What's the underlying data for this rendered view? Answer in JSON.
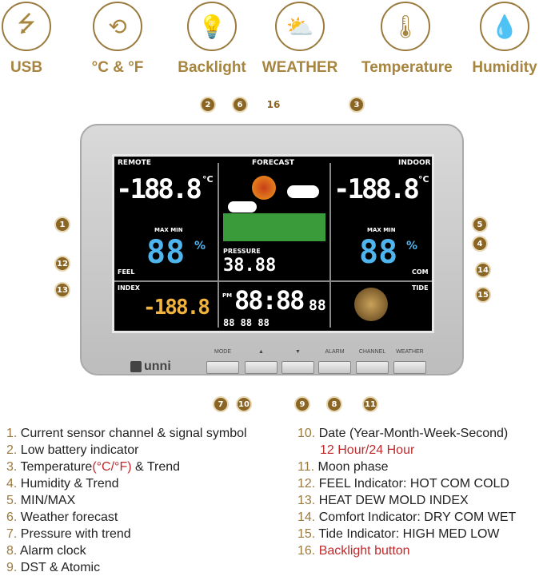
{
  "features": [
    {
      "icon": "usb-icon",
      "glyph": "⭍",
      "label": "USB"
    },
    {
      "icon": "celsius-fahrenheit-icon",
      "glyph": "⟲",
      "label": "°C & °F"
    },
    {
      "icon": "lightbulb-icon",
      "glyph": "💡",
      "label": "Backlight"
    },
    {
      "icon": "weather-cloud-sun-icon",
      "glyph": "⛅",
      "label": "WEATHER"
    },
    {
      "icon": "thermometer-icon",
      "glyph": "🌡",
      "label": "Temperature"
    },
    {
      "icon": "droplets-icon",
      "glyph": "💧",
      "label": "Humidity"
    }
  ],
  "accent": "#a8853f",
  "device": {
    "brand": "unni",
    "lcd": {
      "remote": "REMOTE",
      "indoor": "INDOOR",
      "forecast": "FORECAST",
      "pressure": "PRESSURE",
      "maxmin": "MAX MIN",
      "feel": "FEEL",
      "index": "INDEX",
      "com": "COM",
      "tide": "TIDE",
      "pm": "PM",
      "temp_remote": "-188.8",
      "temp_indoor": "-188.8",
      "unit": "°C",
      "hum_remote": "88",
      "hum_indoor": "88",
      "percent": "%",
      "feel_temp": "-188.8",
      "pressure_value": "38.88",
      "time": "88:88",
      "seconds": "88",
      "date": "88 88 88"
    },
    "buttons": [
      "MODE",
      "▲",
      "▼",
      "ALARM",
      "CHANNEL",
      "WEATHER"
    ]
  },
  "markers": [
    "1",
    "2",
    "3",
    "4",
    "5",
    "6",
    "7",
    "8",
    "9",
    "10",
    "11",
    "12",
    "13",
    "14",
    "15",
    "16"
  ],
  "legend_left": [
    {
      "n": "1.",
      "text": "Current sensor channel & signal symbol"
    },
    {
      "n": "2.",
      "text": "Low battery indicator"
    },
    {
      "n": "3.",
      "text": "Temperature",
      "red": "(°C/°F)",
      "rest": " & Trend"
    },
    {
      "n": "4.",
      "text": "Humidity & Trend"
    },
    {
      "n": "5.",
      "text": "MIN/MAX"
    },
    {
      "n": "6.",
      "text": "Weather forecast"
    },
    {
      "n": "7.",
      "text": "Pressure with trend"
    },
    {
      "n": "8.",
      "text": "Alarm clock"
    },
    {
      "n": "9.",
      "text": "DST & Atomic"
    }
  ],
  "legend_right": [
    {
      "n": "10.",
      "text": "Date (Year-Month-Week-Second)",
      "sub": "12 Hour/24 Hour"
    },
    {
      "n": "11.",
      "text": "Moon phase"
    },
    {
      "n": "12.",
      "text": "FEEL Indicator: HOT COM COLD"
    },
    {
      "n": "13.",
      "text": "HEAT DEW MOLD INDEX"
    },
    {
      "n": "14.",
      "text": "Comfort Indicator: DRY COM WET"
    },
    {
      "n": "15.",
      "text": "Tide Indicator: HIGH MED LOW"
    },
    {
      "n": "16.",
      "text": "Backlight button",
      "red": true
    }
  ]
}
